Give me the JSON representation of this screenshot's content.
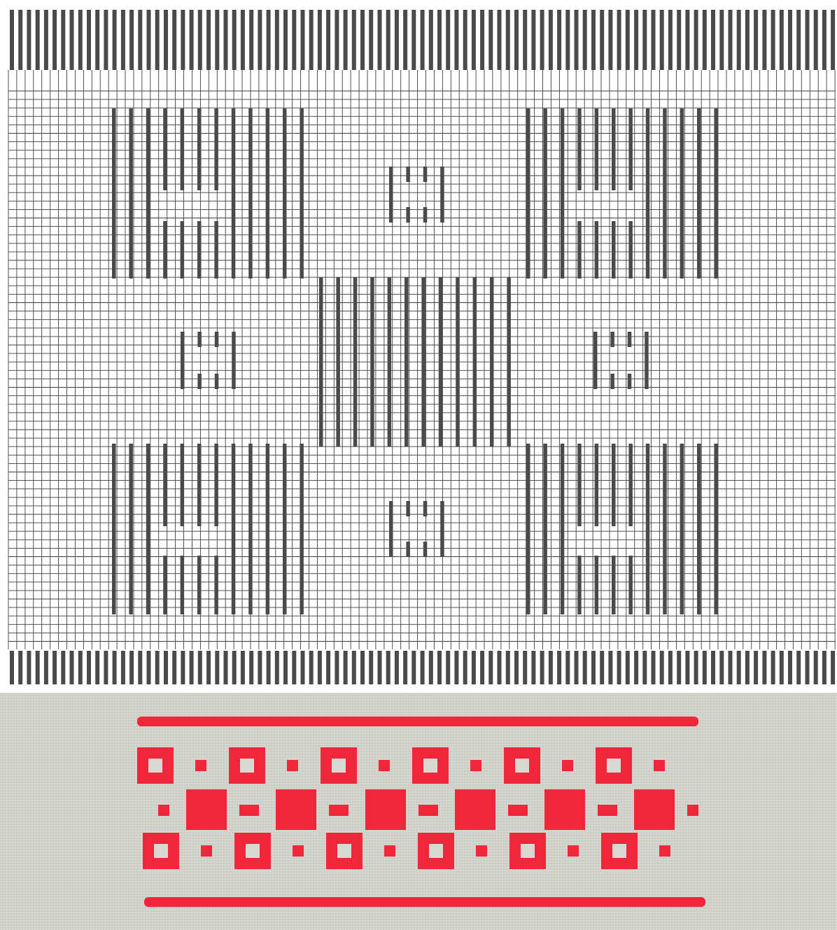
{
  "colors": {
    "grid_line": "#3c3c3c",
    "stitch": "#4a4a4a",
    "paper": "#ffffff",
    "fabric": "#d9d9d4",
    "fabric_thread": "#bdbdb6",
    "embroidery": "#f2263a"
  },
  "chart": {
    "description_icon": "stitch-chart",
    "motif_left_and_right_blocks": "framed-square",
    "motif_center_blocks": "solid-square",
    "motif_small": "tiny-square"
  },
  "sample": {
    "description_icon": "embroidered-band",
    "rows": 3,
    "blocks_per_row": 6
  }
}
